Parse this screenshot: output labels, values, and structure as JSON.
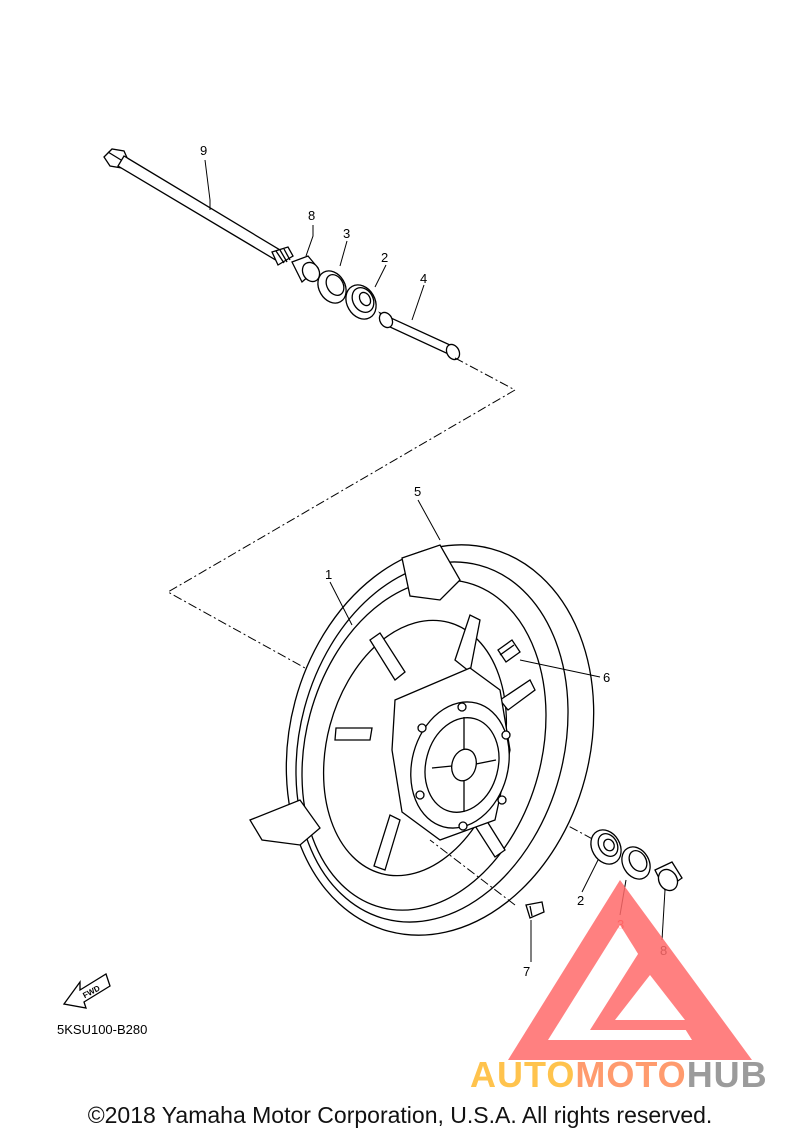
{
  "diagram": {
    "part_labels": [
      "9",
      "8",
      "3",
      "2",
      "4",
      "5",
      "1",
      "6",
      "2",
      "3",
      "8",
      "7"
    ],
    "fwd_label": "FWD",
    "diagram_code": "5KSU100-B280"
  },
  "watermark": {
    "part1": "AUTO",
    "part2": "MOTO",
    "part3": "HUB",
    "colors": {
      "triangle": "#ff6666",
      "auto": "#ffc34d",
      "moto": "#ff9b6e",
      "hub": "#9b9b9b"
    }
  },
  "footer": {
    "copyright": "©2018 Yamaha Motor Corporation, U.S.A. All rights reserved."
  }
}
